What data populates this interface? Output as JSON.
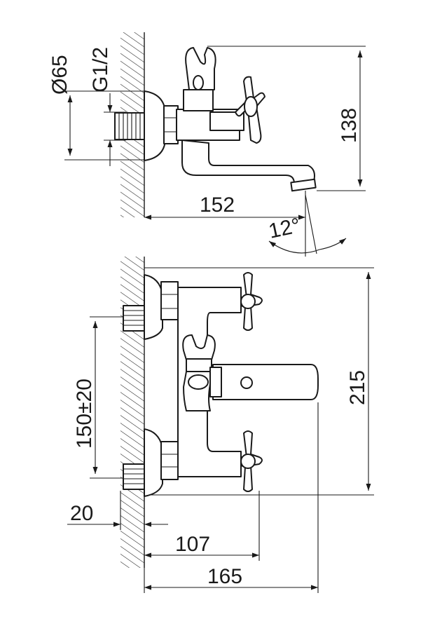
{
  "drawing": {
    "side_view": {
      "dim_diameter": "Ø65",
      "dim_thread": "G1/2",
      "dim_height": "138",
      "dim_reach": "152",
      "dim_angle": "12°"
    },
    "front_view": {
      "dim_height": "215",
      "dim_centers": "150±20",
      "dim_wall": "20",
      "dim_handle": "107",
      "dim_total": "165"
    }
  }
}
